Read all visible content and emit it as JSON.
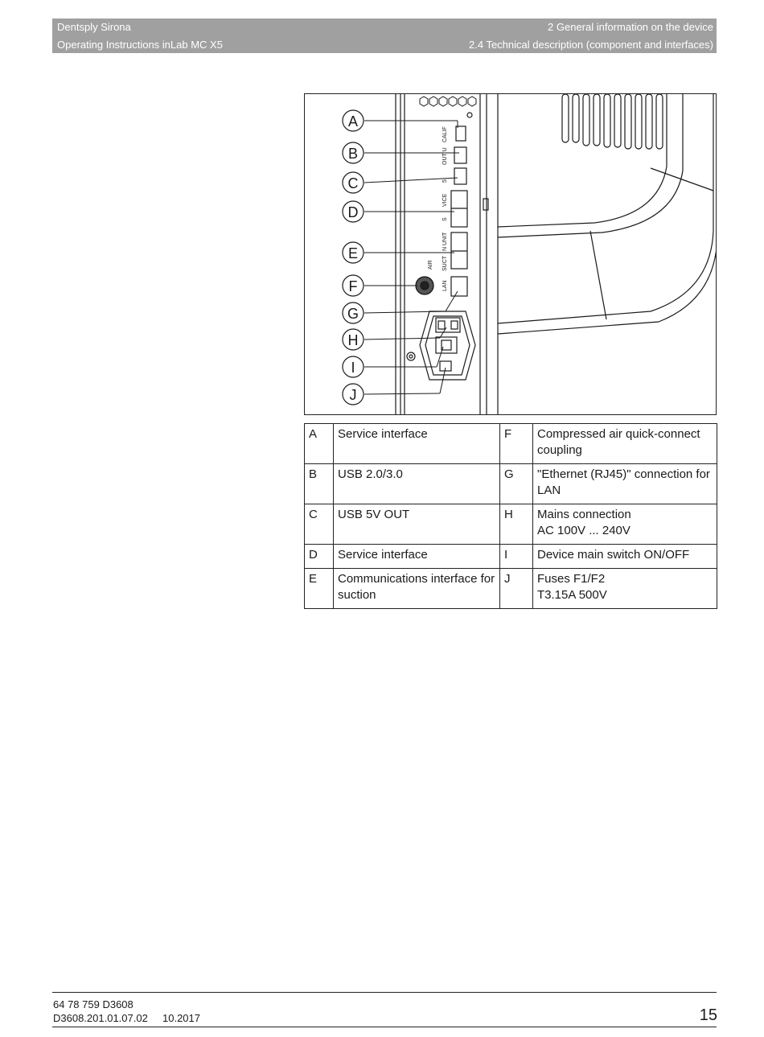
{
  "header": {
    "company": "Dentsply Sirona",
    "manual": "Operating Instructions inLab MC X5",
    "chapter": "2 General information on the device",
    "section": "2.4 Technical description (component and interfaces)"
  },
  "figure": {
    "callouts": [
      "A",
      "B",
      "C",
      "D",
      "E",
      "F",
      "G",
      "H",
      "I",
      "J"
    ],
    "port_labels": [
      "CALIF",
      "OUT U",
      "5",
      "VICE",
      "S",
      "N UNIT",
      "SUCT",
      "AIR",
      "LAN"
    ]
  },
  "legend": {
    "rows": [
      {
        "k1": "A",
        "d1": "Service interface",
        "k2": "F",
        "d2": "Compressed air quick-connect coupling"
      },
      {
        "k1": "B",
        "d1": "USB 2.0/3.0",
        "k2": "G",
        "d2": "\"Ethernet (RJ45)\" connection for LAN"
      },
      {
        "k1": "C",
        "d1": "USB 5V OUT",
        "k2": "H",
        "d2": "Mains connection",
        "d2b": "AC 100V ... 240V"
      },
      {
        "k1": "D",
        "d1": "Service interface",
        "k2": "I",
        "d2": "Device main switch ON/OFF"
      },
      {
        "k1": "E",
        "d1": "Communications interface for suction",
        "k2": "J",
        "d2": "Fuses F1/F2",
        "d2b": "T3.15A 500V"
      }
    ]
  },
  "footer": {
    "doc_number": "64 78 759 D3608",
    "doc_ref": "D3608.201.01.07.02",
    "date": "10.2017",
    "page": "15"
  }
}
